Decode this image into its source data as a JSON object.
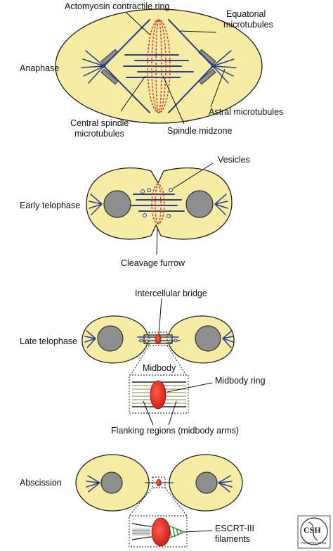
{
  "stages": {
    "anaphase": "Anaphase",
    "early_telophase": "Early telophase",
    "late_telophase": "Late telophase",
    "abscission": "Abscission"
  },
  "labels": {
    "actomyosin_ring": "Actomyosin contractile ring",
    "equatorial_mt_1": "Equatorial",
    "equatorial_mt_2": "microtubules",
    "central_spindle_1": "Central spindle",
    "central_spindle_2": "microtubules",
    "spindle_midzone": "Spindle midzone",
    "astral_mt": "Astral microtubules",
    "vesicles": "Vesicles",
    "cleavage_furrow": "Cleavage furrow",
    "intercellular_bridge": "Intercellular bridge",
    "midbody": "Midbody",
    "midbody_ring": "Midbody ring",
    "flanking_regions": "Flanking regions (midbody arms)",
    "escrt_1": "ESCRT-III",
    "escrt_2": "filaments"
  },
  "logo": {
    "text": "CSH",
    "subtext": "PERSPECTIVES"
  },
  "colors": {
    "cytoplasm": "#f7eca4",
    "nucleus": "#8e8e8e",
    "microtubule": "#2c3f8f",
    "actomyosin": "#d93a2a",
    "midbody_ring": "#e02020",
    "escrt": "#2e8b3a"
  }
}
